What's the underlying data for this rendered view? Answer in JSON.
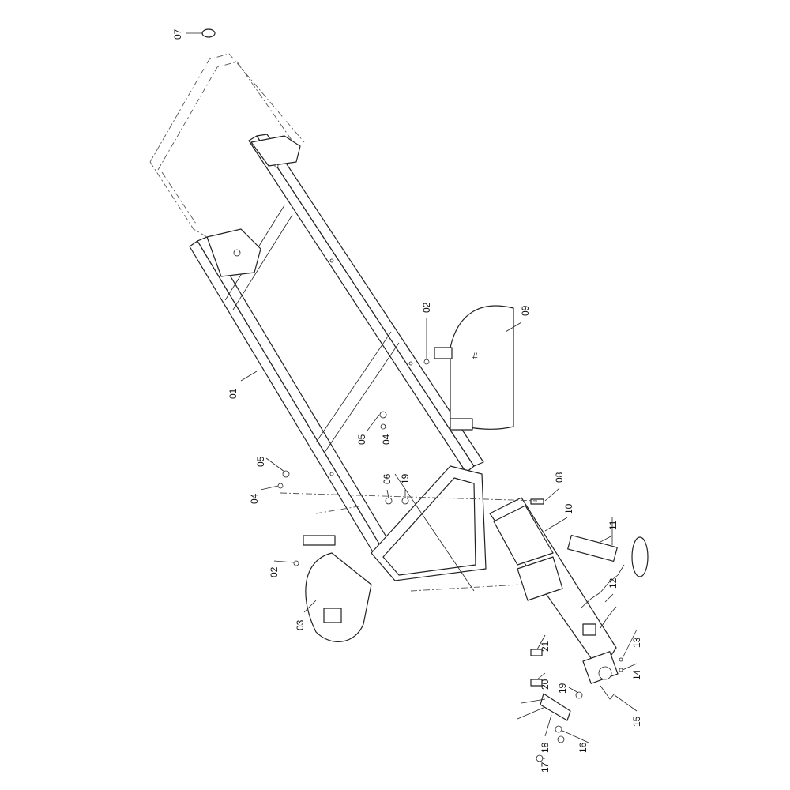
{
  "diagram": {
    "type": "exploded-parts-drawing",
    "callouts": [
      {
        "id": "c07",
        "label": "07"
      },
      {
        "id": "c02a",
        "label": "02"
      },
      {
        "id": "c09",
        "label": "09"
      },
      {
        "id": "c01",
        "label": "01"
      },
      {
        "id": "c05a",
        "label": "05"
      },
      {
        "id": "c04a",
        "label": "04"
      },
      {
        "id": "c05b",
        "label": "05"
      },
      {
        "id": "c04b",
        "label": "04"
      },
      {
        "id": "c06",
        "label": "06"
      },
      {
        "id": "c19a",
        "label": "19"
      },
      {
        "id": "c08",
        "label": "08"
      },
      {
        "id": "c10",
        "label": "10"
      },
      {
        "id": "c11",
        "label": "11"
      },
      {
        "id": "c02b",
        "label": "02"
      },
      {
        "id": "c03",
        "label": "03"
      },
      {
        "id": "c12",
        "label": "12"
      },
      {
        "id": "c21",
        "label": "21"
      },
      {
        "id": "c13",
        "label": "13"
      },
      {
        "id": "c14",
        "label": "14"
      },
      {
        "id": "c20",
        "label": "20"
      },
      {
        "id": "c19b",
        "label": "19"
      },
      {
        "id": "c15",
        "label": "15"
      },
      {
        "id": "c18",
        "label": "18"
      },
      {
        "id": "c16",
        "label": "16"
      },
      {
        "id": "c17",
        "label": "17"
      }
    ]
  }
}
